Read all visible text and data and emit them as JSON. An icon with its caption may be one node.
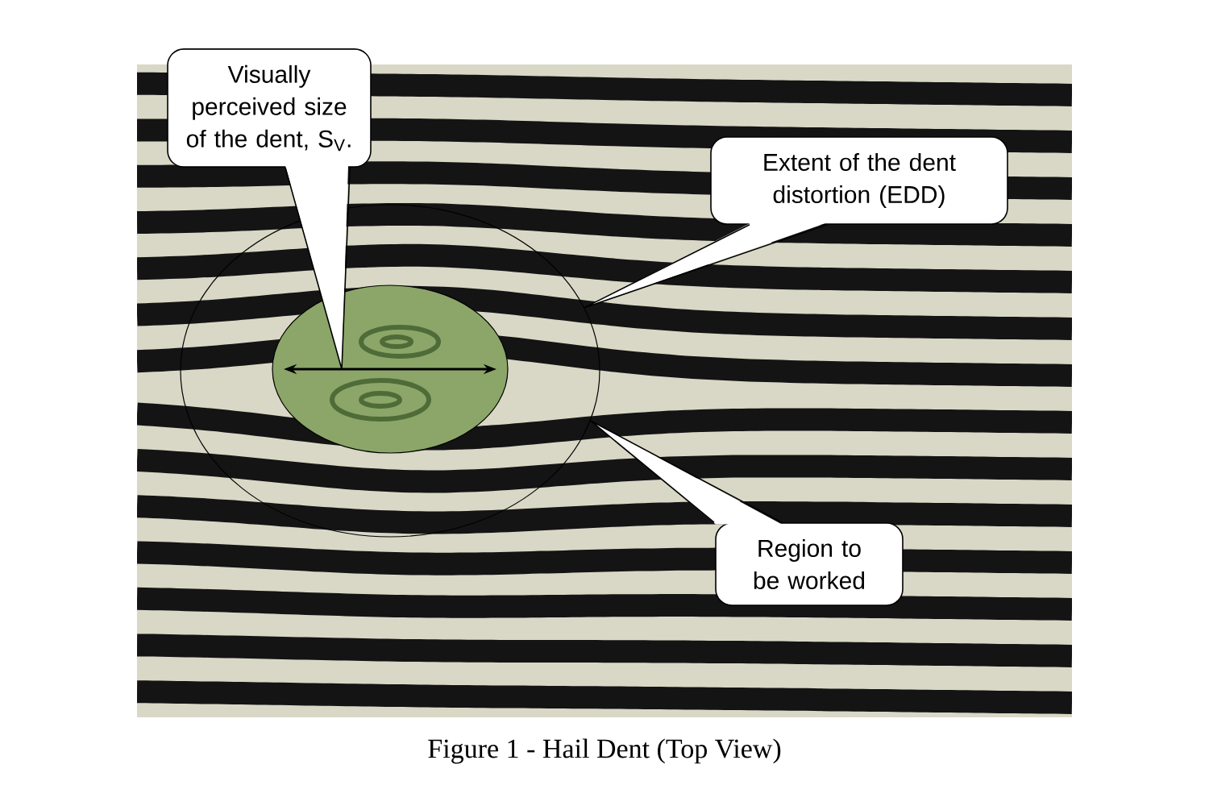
{
  "diagram": {
    "caption": "Figure 1 - Hail Dent (Top View)",
    "nodes": [
      {
        "text": [
          "Visually perceived size of the dent, S$_{V}$."
        ]
      },
      {
        "text": [
          "Extent of the dent distortion (EDD)"
        ]
      },
      {
        "text": [],
        "shape": "circle"
      },
      {
        "text": [],
        "shape": "circle",
        "in": 2
      },
      {
        "text": [
          "Region to be worked"
        ]
      }
    ],
    "edges": [
      {
        "from": 0,
        "to": 3,
        "arrow": "none"
      },
      {
        "from": 1,
        "to": 2,
        "arrow": "none"
      },
      {
        "from": 4,
        "to": 2,
        "arrow": "none"
      }
    ]
  }
}
